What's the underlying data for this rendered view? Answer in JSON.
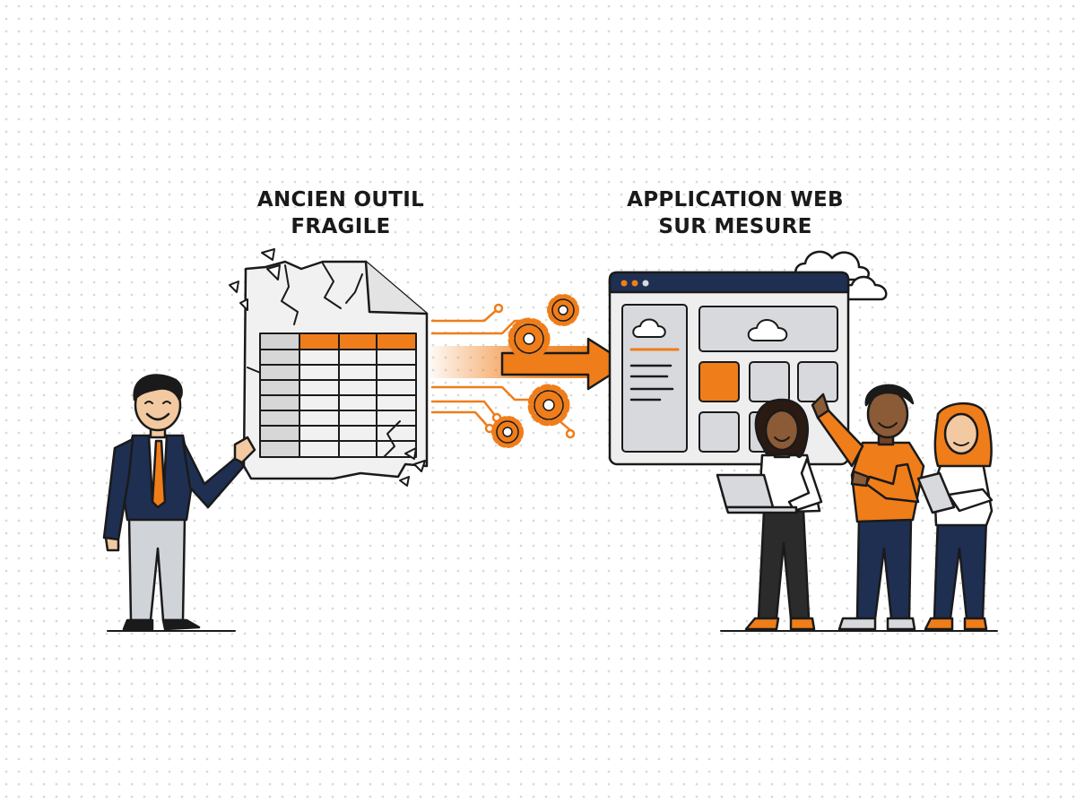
{
  "old_tool": {
    "title_line1": "ANCIEN OUTIL",
    "title_line2": "FRAGILE"
  },
  "new_tool": {
    "title_line1": "APPLICATION WEB",
    "title_line2": "SUR MESURE"
  },
  "colors": {
    "accent": "#ef7d1a",
    "navy": "#1e2f52",
    "outline": "#1a1a1a",
    "panel_grey": "#d7d9dd",
    "light_grey": "#eeeeee"
  },
  "icons": [
    "broken-spreadsheet-icon",
    "gear-icon",
    "arrow-right-icon",
    "browser-window-icon",
    "cloud-icon"
  ]
}
